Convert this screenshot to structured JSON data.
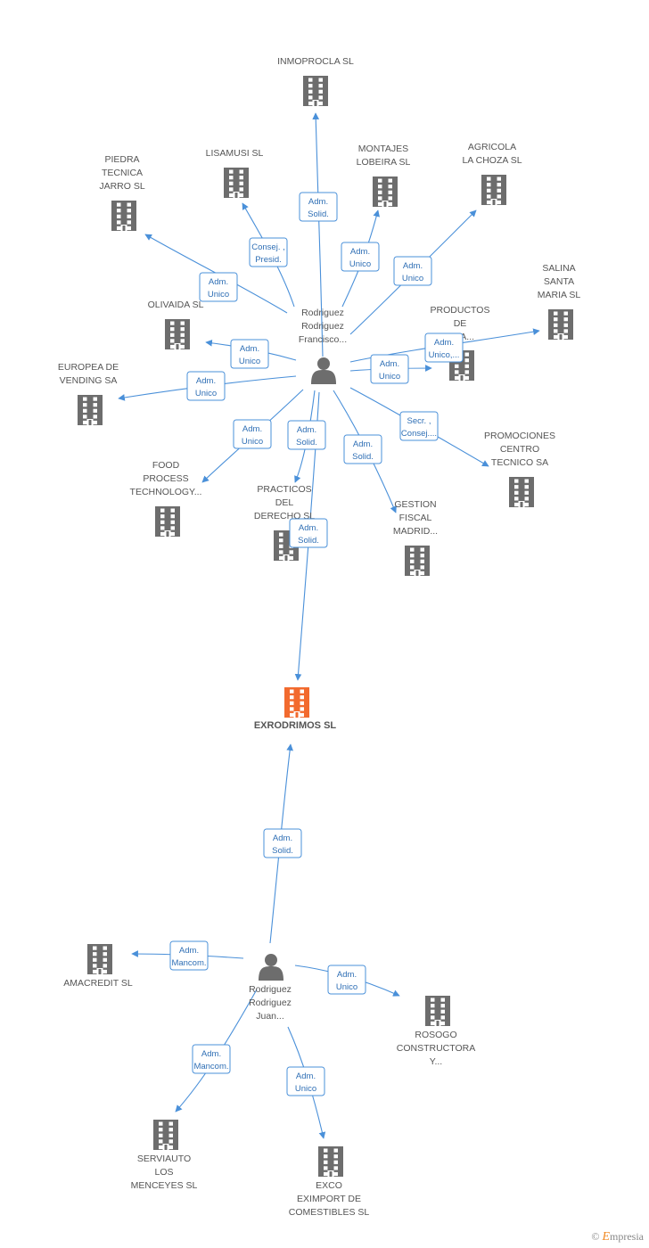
{
  "colors": {
    "accent": "#4a90d9",
    "building": "#6d6d6d",
    "main_company": "#f26a2e",
    "text": "#555555"
  },
  "main_company": {
    "label": "EXRODRIMOS SL",
    "icon": "building-icon"
  },
  "persons": [
    {
      "id": "p1",
      "lines": [
        "Rodriguez",
        "Rodriguez",
        "Francisco..."
      ],
      "icon": "person-icon"
    },
    {
      "id": "p2",
      "lines": [
        "Rodriguez",
        "Rodriguez",
        "Juan..."
      ],
      "icon": "person-icon"
    }
  ],
  "companies": [
    {
      "id": "inmoprocla",
      "lines": [
        "INMOPROCLA SL"
      ]
    },
    {
      "id": "lisamusi",
      "lines": [
        "LISAMUSI SL"
      ]
    },
    {
      "id": "montajes",
      "lines": [
        "MONTAJES",
        "LOBEIRA SL"
      ]
    },
    {
      "id": "agricola",
      "lines": [
        "AGRICOLA",
        "LA CHOZA SL"
      ]
    },
    {
      "id": "piedra",
      "lines": [
        "PIEDRA",
        "TECNICA",
        "JARRO SL"
      ]
    },
    {
      "id": "salina",
      "lines": [
        "SALINA",
        "SANTA",
        "MARIA SL"
      ]
    },
    {
      "id": "productos",
      "lines": [
        "PRODUCTOS",
        "DE",
        "...CA..."
      ]
    },
    {
      "id": "olivaida",
      "lines": [
        "OLIVAIDA SL"
      ]
    },
    {
      "id": "europea",
      "lines": [
        "EUROPEA DE",
        "VENDING SA"
      ]
    },
    {
      "id": "food",
      "lines": [
        "FOOD",
        "PROCESS",
        "TECHNOLOGY..."
      ]
    },
    {
      "id": "practicos",
      "lines": [
        "PRACTICOS",
        "DEL",
        "DERECHO SL"
      ]
    },
    {
      "id": "gestion",
      "lines": [
        "GESTION",
        "FISCAL",
        "MADRID..."
      ]
    },
    {
      "id": "promociones",
      "lines": [
        "PROMOCIONES",
        "CENTRO",
        "TECNICO SA"
      ]
    },
    {
      "id": "amacredit",
      "lines": [
        "AMACREDIT  SL"
      ]
    },
    {
      "id": "rosogo",
      "lines": [
        "ROSOGO",
        "CONSTRUCTORA",
        "Y..."
      ]
    },
    {
      "id": "serviauto",
      "lines": [
        "SERVIAUTO",
        "LOS",
        "MENCEYES SL"
      ]
    },
    {
      "id": "exco",
      "lines": [
        "EXCO",
        "EXIMPORT DE",
        "COMESTIBLES SL"
      ]
    }
  ],
  "relations": [
    {
      "from": "p1",
      "to": "inmoprocla",
      "lines": [
        "Adm.",
        "Solid."
      ]
    },
    {
      "from": "p1",
      "to": "lisamusi",
      "lines": [
        "Consej. ,",
        "Presid."
      ]
    },
    {
      "from": "p1",
      "to": "montajes",
      "lines": [
        "Adm.",
        "Unico"
      ]
    },
    {
      "from": "p1",
      "to": "agricola",
      "lines": [
        "Adm.",
        "Unico"
      ]
    },
    {
      "from": "p1",
      "to": "piedra",
      "lines": [
        "Adm.",
        "Unico"
      ]
    },
    {
      "from": "p1",
      "to": "salina",
      "lines": [
        "Adm.",
        "Unico,..."
      ]
    },
    {
      "from": "p1",
      "to": "productos",
      "lines": [
        "Adm.",
        "Unico"
      ]
    },
    {
      "from": "p1",
      "to": "olivaida",
      "lines": [
        "Adm.",
        "Unico"
      ]
    },
    {
      "from": "p1",
      "to": "europea",
      "lines": [
        "Adm.",
        "Unico"
      ]
    },
    {
      "from": "p1",
      "to": "food",
      "lines": [
        "Adm.",
        "Unico"
      ]
    },
    {
      "from": "p1",
      "to": "practicos",
      "lines": [
        "Adm.",
        "Solid."
      ]
    },
    {
      "from": "p1",
      "to": "gestion",
      "lines": [
        "Adm.",
        "Solid."
      ]
    },
    {
      "from": "p1",
      "to": "promociones",
      "lines": [
        "Secr. ,",
        "Consej...."
      ]
    },
    {
      "from": "p1",
      "to": "main",
      "lines": [
        "Adm.",
        "Solid."
      ]
    },
    {
      "from": "p2",
      "to": "main",
      "lines": [
        "Adm.",
        "Solid."
      ]
    },
    {
      "from": "p2",
      "to": "amacredit",
      "lines": [
        "Adm.",
        "Mancom."
      ]
    },
    {
      "from": "p2",
      "to": "rosogo",
      "lines": [
        "Adm.",
        "Unico"
      ]
    },
    {
      "from": "p2",
      "to": "serviauto",
      "lines": [
        "Adm.",
        "Mancom."
      ]
    },
    {
      "from": "p2",
      "to": "exco",
      "lines": [
        "Adm.",
        "Unico"
      ]
    }
  ],
  "footer": {
    "copyright_symbol": "©",
    "brand_initial": "E",
    "brand_rest": "mpresia"
  }
}
